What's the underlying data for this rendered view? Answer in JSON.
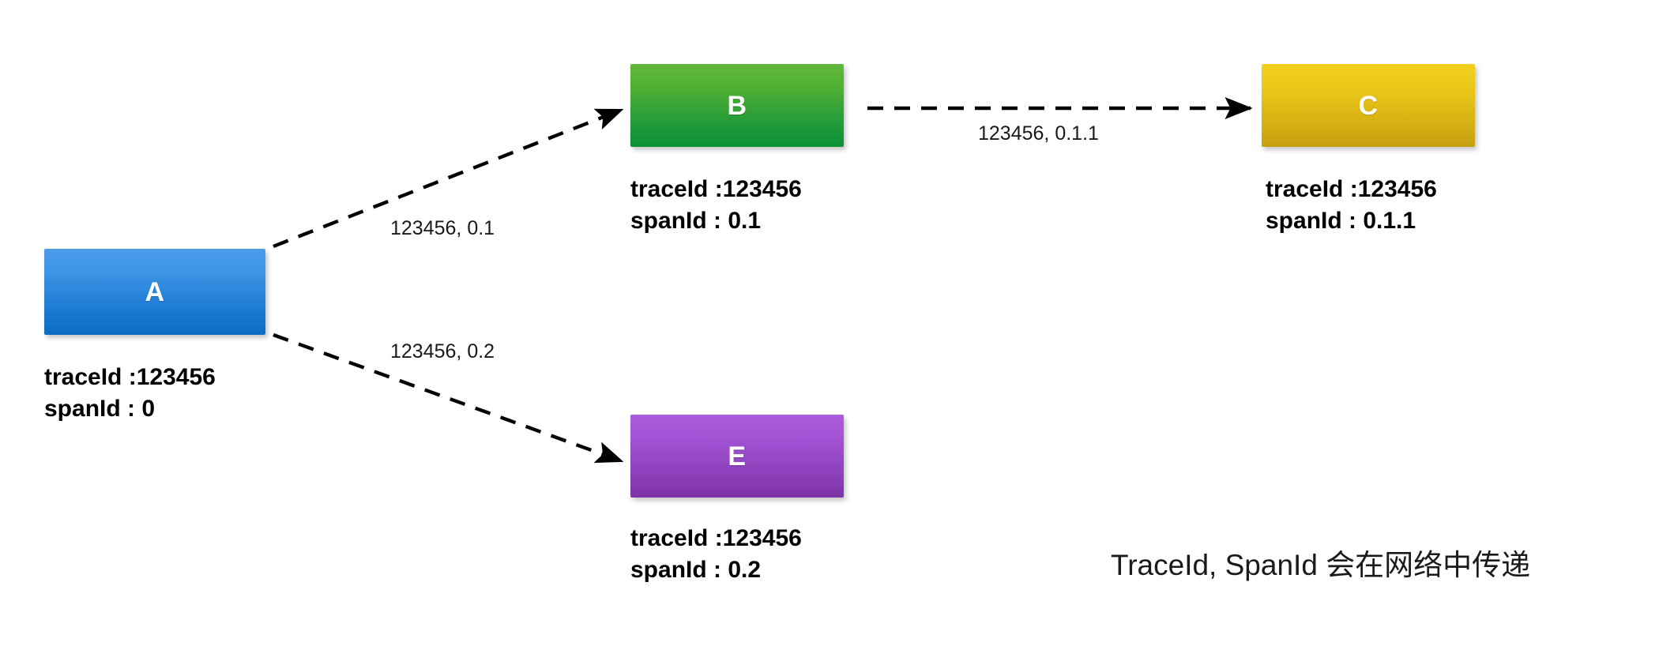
{
  "diagram": {
    "caption": "TraceId, SpanId 会在网络中传递",
    "nodes": [
      {
        "id": "A",
        "label": "A",
        "color": "#1a7ad2",
        "trace_line": "traceId :123456",
        "span_line": "spanId : 0"
      },
      {
        "id": "B",
        "label": "B",
        "color": "#2a9f38",
        "trace_line": "traceId :123456",
        "span_line": "spanId : 0.1"
      },
      {
        "id": "C",
        "label": "C",
        "color": "#d9b415",
        "trace_line": "traceId :123456",
        "span_line": "spanId : 0.1.1"
      },
      {
        "id": "E",
        "label": "E",
        "color": "#9047c4",
        "trace_line": "traceId :123456",
        "span_line": "spanId : 0.2"
      }
    ],
    "edges": [
      {
        "from": "A",
        "to": "B",
        "label": "123456, 0.1"
      },
      {
        "from": "B",
        "to": "C",
        "label": "123456, 0.1.1"
      },
      {
        "from": "A",
        "to": "E",
        "label": "123456, 0.2"
      }
    ]
  }
}
